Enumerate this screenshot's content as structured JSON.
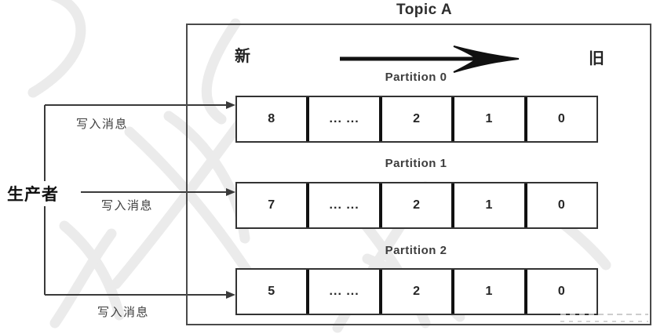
{
  "diagram": {
    "title": "Topic A",
    "direction": {
      "new": "新",
      "old": "旧"
    },
    "producer_label": "生产者",
    "write_message_label": "写入消息",
    "partitions": [
      {
        "label": "Partition 0",
        "cells": [
          "8",
          "... ...",
          "2",
          "1",
          "0"
        ]
      },
      {
        "label": "Partition 1",
        "cells": [
          "7",
          "... ...",
          "2",
          "1",
          "0"
        ]
      },
      {
        "label": "Partition 2",
        "cells": [
          "5",
          "... ...",
          "2",
          "1",
          "0"
        ]
      }
    ],
    "colors": {
      "background": "#ffffff",
      "box_border": "#4a4a4a",
      "row_border": "#333333",
      "cell_divider": "#111111",
      "line": "#3a3a3a",
      "text": "#1f1f1f",
      "partition_label_text": "#3d3d3d",
      "watermark": "#ebebeb"
    }
  }
}
